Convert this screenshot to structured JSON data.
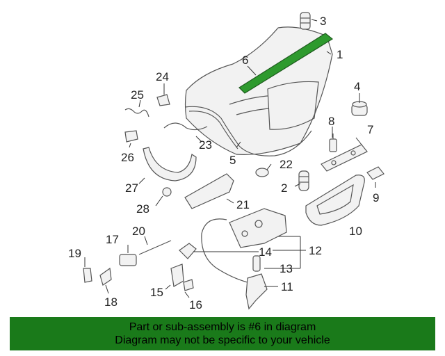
{
  "diagram": {
    "callouts": [
      "1",
      "2",
      "2",
      "3",
      "4",
      "5",
      "6",
      "7",
      "8",
      "9",
      "10",
      "11",
      "12",
      "13",
      "14",
      "15",
      "16",
      "17",
      "18",
      "19",
      "20",
      "21",
      "22",
      "23",
      "24",
      "25",
      "26",
      "27",
      "28"
    ],
    "highlight_color": "#2e9a2e"
  },
  "banner": {
    "line1": "Part or sub-assembly is #6 in diagram",
    "line2": "Diagram may not be specific to your vehicle",
    "background": "#1a7a1a"
  }
}
